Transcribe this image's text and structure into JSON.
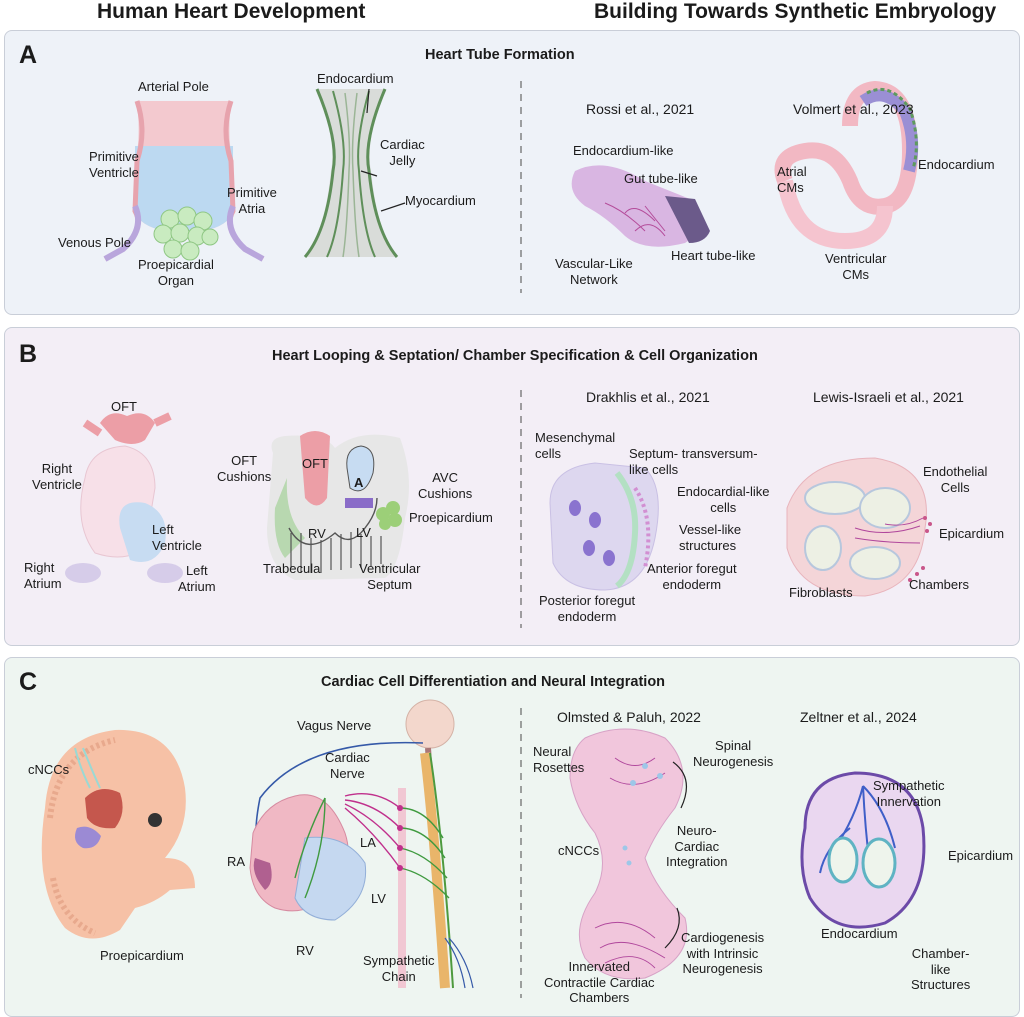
{
  "headers": {
    "left": "Human Heart Development",
    "right": "Building Towards Synthetic Embryology"
  },
  "panel_a": {
    "letter": "A",
    "title": "Heart Tube Formation",
    "heart_tube": {
      "arterial_pole": "Arterial Pole",
      "primitive_ventricle": "Primitive\nVentricle",
      "primitive_atria": "Primitive\nAtria",
      "venous_pole": "Venous Pole",
      "proepicardial_organ": "Proepicardial\nOrgan"
    },
    "layers": {
      "endocardium": "Endocardium",
      "cardiac_jelly": "Cardiac\nJelly",
      "myocardium": "Myocardium"
    },
    "rossi": {
      "citation": "Rossi et al., 2021",
      "endocardium_like": "Endocardium-like",
      "gut_tube_like": "Gut tube-like",
      "vascular_like_network": "Vascular-Like\nNetwork",
      "heart_tube_like": "Heart tube-like"
    },
    "volmert": {
      "citation": "Volmert et al., 2023",
      "atrial_cms": "Atrial\nCMs",
      "endocardium": "Endocardium",
      "ventricular_cms": "Ventricular\nCMs"
    }
  },
  "panel_b": {
    "letter": "B",
    "title": "Heart Looping & Septation/ Chamber Specification & Cell Organization",
    "looping": {
      "oft": "OFT",
      "right_ventricle": "Right\nVentricle",
      "left_ventricle": "Left\nVentricle",
      "right_atrium": "Right\nAtrium",
      "left_atrium": "Left\nAtrium"
    },
    "septation": {
      "oft_cushions": "OFT\nCushions",
      "oft_inner": "OFT",
      "avc_cushions": "AVC\nCushions",
      "a": "A",
      "rv": "RV",
      "lv": "LV",
      "proepicardium": "Proepicardium",
      "trabecula": "Trabecula",
      "ventricular_septum": "Ventricular\nSeptum"
    },
    "drakhlis": {
      "citation": "Drakhlis et al., 2021",
      "mesenchymal_cells": "Mesenchymal\ncells",
      "septum_transversum": "Septum- transversum-\nlike cells",
      "endocardial_like": "Endocardial-like\ncells",
      "vessel_like": "Vessel-like\nstructures",
      "anterior_foregut": "Anterior foregut\nendoderm",
      "posterior_foregut": "Posterior foregut\nendoderm"
    },
    "lewis": {
      "citation": "Lewis-Israeli et al., 2021",
      "endothelial_cells": "Endothelial\nCells",
      "epicardium": "Epicardium",
      "fibroblasts": "Fibroblasts",
      "chambers": "Chambers"
    }
  },
  "panel_c": {
    "letter": "C",
    "title": "Cardiac Cell Differentiation and Neural Integration",
    "embryo": {
      "cnccs": "cNCCs",
      "proepicardium": "Proepicardium"
    },
    "innervation": {
      "vagus_nerve": "Vagus Nerve",
      "cardiac_nerve": "Cardiac\nNerve",
      "ra": "RA",
      "la": "LA",
      "lv": "LV",
      "rv": "RV",
      "sympathetic_chain": "Sympathetic\nChain"
    },
    "olmsted": {
      "citation": "Olmsted & Paluh, 2022",
      "neural_rosettes": "Neural\nRosettes",
      "spinal_neurogenesis": "Spinal\nNeurogenesis",
      "cnccs": "cNCCs",
      "neuro_cardiac": "Neuro-\nCardiac\nIntegration",
      "innervated_chambers": "Innervated\nContractile Cardiac\nChambers",
      "cardiogenesis": "Cardiogenesis\nwith Intrinsic\nNeurogenesis"
    },
    "zeltner": {
      "citation": "Zeltner et al., 2024",
      "sympathetic_innervation": "Sympathetic\nInnervation",
      "epicardium": "Epicardium",
      "endocardium": "Endocardium",
      "chamber_like": "Chamber-\nlike\nStructures"
    }
  },
  "colors": {
    "panel_a_bg": "#eef2f8",
    "panel_b_bg": "#f3eef6",
    "panel_c_bg": "#eef5f1",
    "myocardium_green": "#5f8f5a",
    "endocardium_pink": "#e79aa8",
    "vessel_blue": "#4a63c9",
    "nerve_green": "#3f9a3f",
    "nerve_magenta": "#c0308c"
  }
}
